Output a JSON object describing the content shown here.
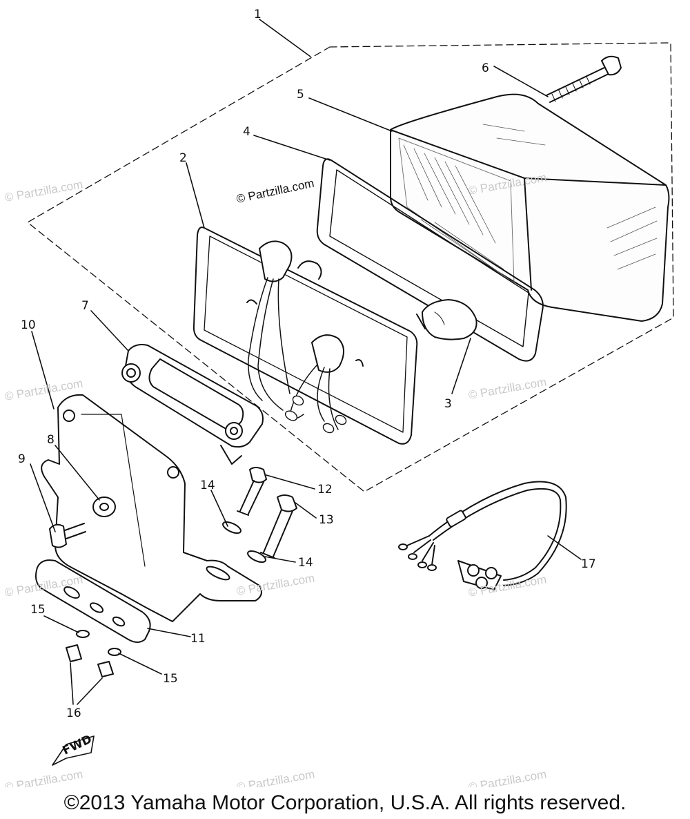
{
  "diagram": {
    "callouts": [
      "1",
      "2",
      "3",
      "4",
      "5",
      "6",
      "7",
      "8",
      "9",
      "10",
      "11",
      "12",
      "13",
      "14",
      "14",
      "15",
      "15",
      "16",
      "17"
    ],
    "fwd_label": "FWD",
    "watermark_center": "© Partzilla.com",
    "watermark_faint": "© Partzilla.com"
  },
  "footer": {
    "copyright": "©2013 Yamaha Motor Corporation, U.S.A. All rights reserved."
  }
}
